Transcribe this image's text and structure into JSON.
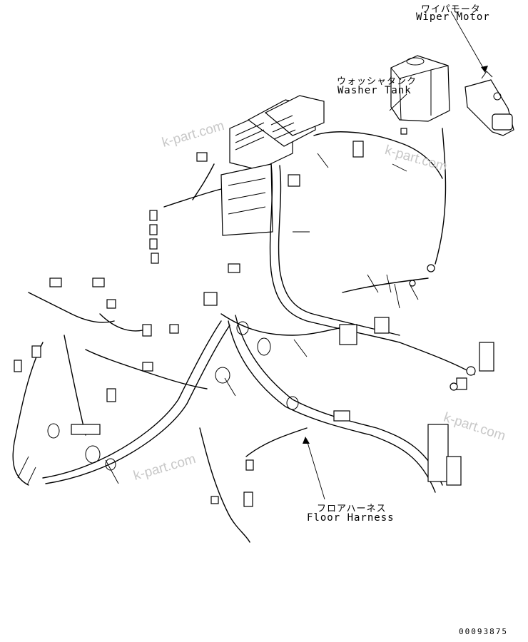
{
  "labels": {
    "wiper_motor_jp": "ワイパモータ",
    "wiper_motor_en": "Wiper Motor",
    "washer_tank_jp": "ウォッシャタンク",
    "washer_tank_en": "Washer Tank",
    "floor_harness_jp": "フロアハーネス",
    "floor_harness_en": "Floor Harness"
  },
  "watermarks": [
    "k-part.com",
    "k-part.com",
    "k-part.com",
    "k-part.com"
  ],
  "drawing_code": "00093875"
}
